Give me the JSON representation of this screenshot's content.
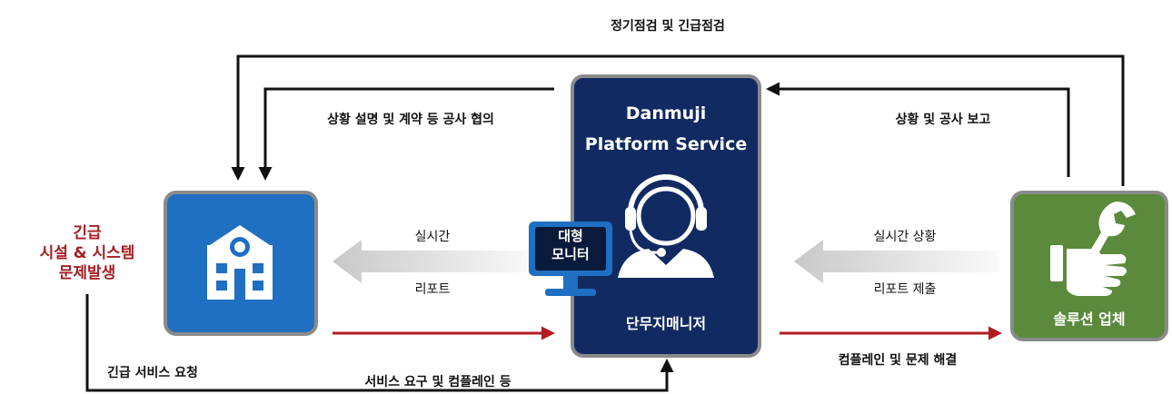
{
  "top_label": "정기점검 및 긴급점검",
  "emergency_label": [
    "긴급",
    "시설 & 시스템",
    "문제발생"
  ],
  "platform": {
    "title_line1": "Danmuji",
    "title_line2": "Platform Service",
    "subtitle": "단무지매니저"
  },
  "monitor_label": [
    "대형",
    "모니터"
  ],
  "solution_label": "솔루션 업체",
  "arrows": {
    "consultation": "상황 설명 및 계약 등 공사 협의",
    "status_report": "상황 및 공사 보고",
    "realtime_left": "실시간",
    "report_left": "리포트",
    "realtime_right": "실시간 상황",
    "report_right": "리포트 제출",
    "emergency_request": "긴급 서비스 요청",
    "service_request": "서비스 요구 및 컴플레인 등",
    "complaint_resolution": "컴플레인 및 문제 해결"
  },
  "colors": {
    "building_box": "#1f6fc2",
    "platform_box": "#122a62",
    "solution_box": "#5b8a3c",
    "red_arrow": "#b01b22",
    "emergency_text": "#a51d22",
    "monitor": "#1f6fc2"
  },
  "icons": [
    "building-icon",
    "headset-agent-icon",
    "monitor-icon",
    "wrench-hand-icon"
  ]
}
